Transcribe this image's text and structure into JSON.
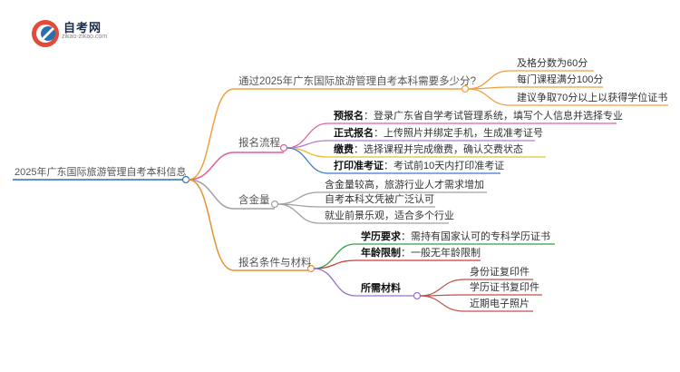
{
  "logo": {
    "title": "自考网",
    "subtitle": "zikao-zikao.com"
  },
  "root": "2025年广东国际旅游管理自考本科信息",
  "branches": [
    {
      "label": "通过2025年广东国际旅游管理自考本科需要多少分?",
      "color": "#f0a040",
      "children": [
        {
          "text": "及格分数为60分"
        },
        {
          "text": "每门课程满分100分"
        },
        {
          "text": "建议争取70分以上以获得学位证书"
        }
      ]
    },
    {
      "label": "报名流程",
      "color": "#e0609a",
      "children": [
        {
          "lead": "预报名",
          "text": "：登录广东省自学考试管理系统，填写个人信息并选择专业",
          "color": "#e0609a"
        },
        {
          "lead": "正式报名",
          "text": "：上传照片并绑定手机，生成准考证号",
          "color": "#b07ad8"
        },
        {
          "lead": "缴费",
          "text": "：选择课程并完成缴费，确认交费状态",
          "color": "#e8c030"
        },
        {
          "lead": "打印准考证",
          "text": "：考试前10天内打印准考证",
          "color": "#3a7ad0"
        }
      ]
    },
    {
      "label": "含金量",
      "color": "#a0a0a0",
      "children": [
        {
          "text": "含金量较高，旅游行业人才需求增加"
        },
        {
          "text": "自考本科文凭被广泛认可"
        },
        {
          "text": "就业前景乐观，适合多个行业"
        }
      ]
    },
    {
      "label": "报名条件与材料",
      "color": "#e89030",
      "children": [
        {
          "lead": "学历要求",
          "text": "：需持有国家认可的专科学历证书",
          "color": "#30a040"
        },
        {
          "lead": "年龄限制",
          "text": "：一般无年龄限制",
          "color": "#d03a3a"
        },
        {
          "lead": "所需材料",
          "text": "",
          "color": "#9a70d0",
          "children": [
            {
              "text": "身份证复印件"
            },
            {
              "text": "学历证书复印件"
            },
            {
              "text": "近期电子照片"
            }
          ]
        }
      ]
    }
  ]
}
